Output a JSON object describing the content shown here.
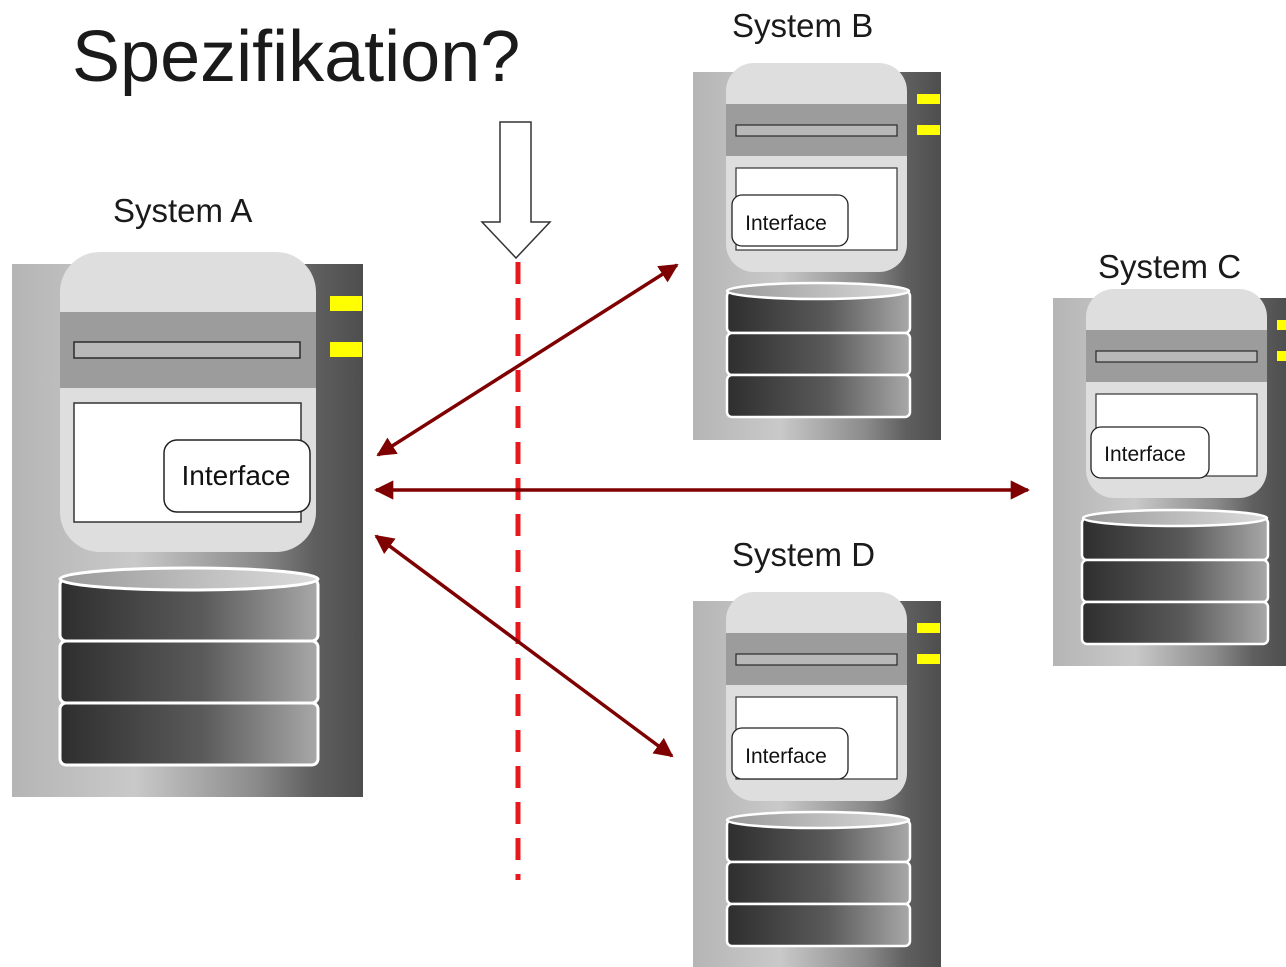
{
  "title": "Spezifikation?",
  "systems": {
    "a": {
      "label": "System A",
      "interface_label": "Interface"
    },
    "b": {
      "label": "System B",
      "interface_label": "Interface"
    },
    "c": {
      "label": "System C",
      "interface_label": "Interface"
    },
    "d": {
      "label": "System D",
      "interface_label": "Interface"
    }
  },
  "colors": {
    "connection_arrow": "#7f0000",
    "boundary_line": "#e8191e",
    "indicator_light": "#ffff00"
  }
}
